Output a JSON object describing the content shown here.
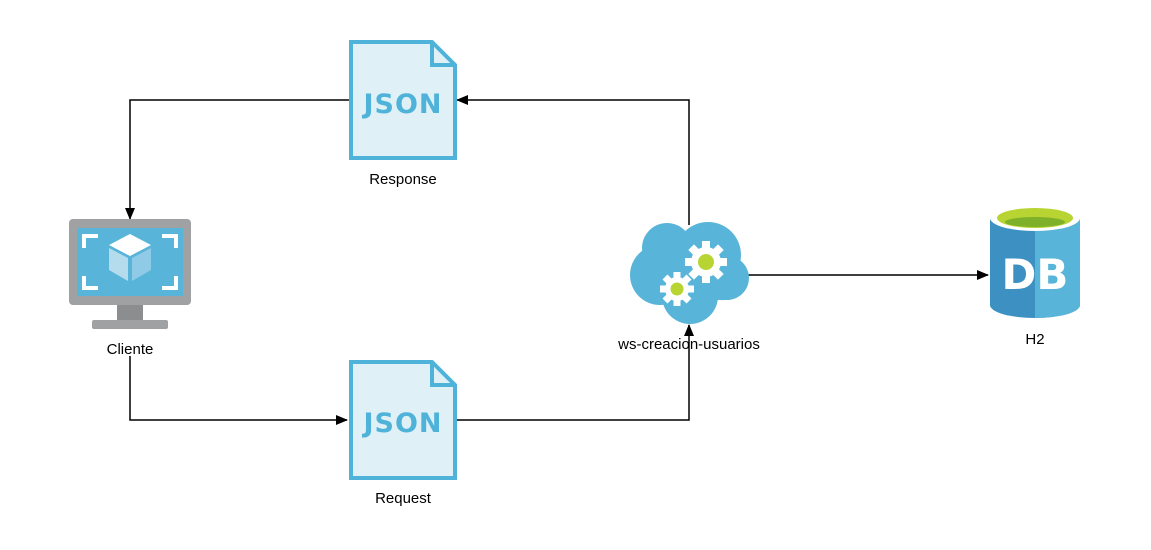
{
  "nodes": {
    "response": {
      "icon_text": "JSON",
      "label": "Response"
    },
    "request": {
      "icon_text": "JSON",
      "label": "Request"
    },
    "client": {
      "label": "Cliente"
    },
    "service": {
      "label": "ws-creacion-usuarios"
    },
    "database": {
      "icon_text": "DB",
      "label": "H2"
    }
  },
  "icons": {
    "response": "json-file-icon",
    "request": "json-file-icon",
    "client": "monitor-icon",
    "service": "cloud-gears-icon",
    "database": "database-icon"
  },
  "colors": {
    "file_fill": "#dff0f7",
    "file_stroke": "#4fb3d9",
    "accent_blue": "#59b4d9",
    "dark_blue": "#3c91c2",
    "monitor_gray": "#a0a1a2",
    "gear_green": "#b8d432",
    "arrow": "#000000"
  }
}
